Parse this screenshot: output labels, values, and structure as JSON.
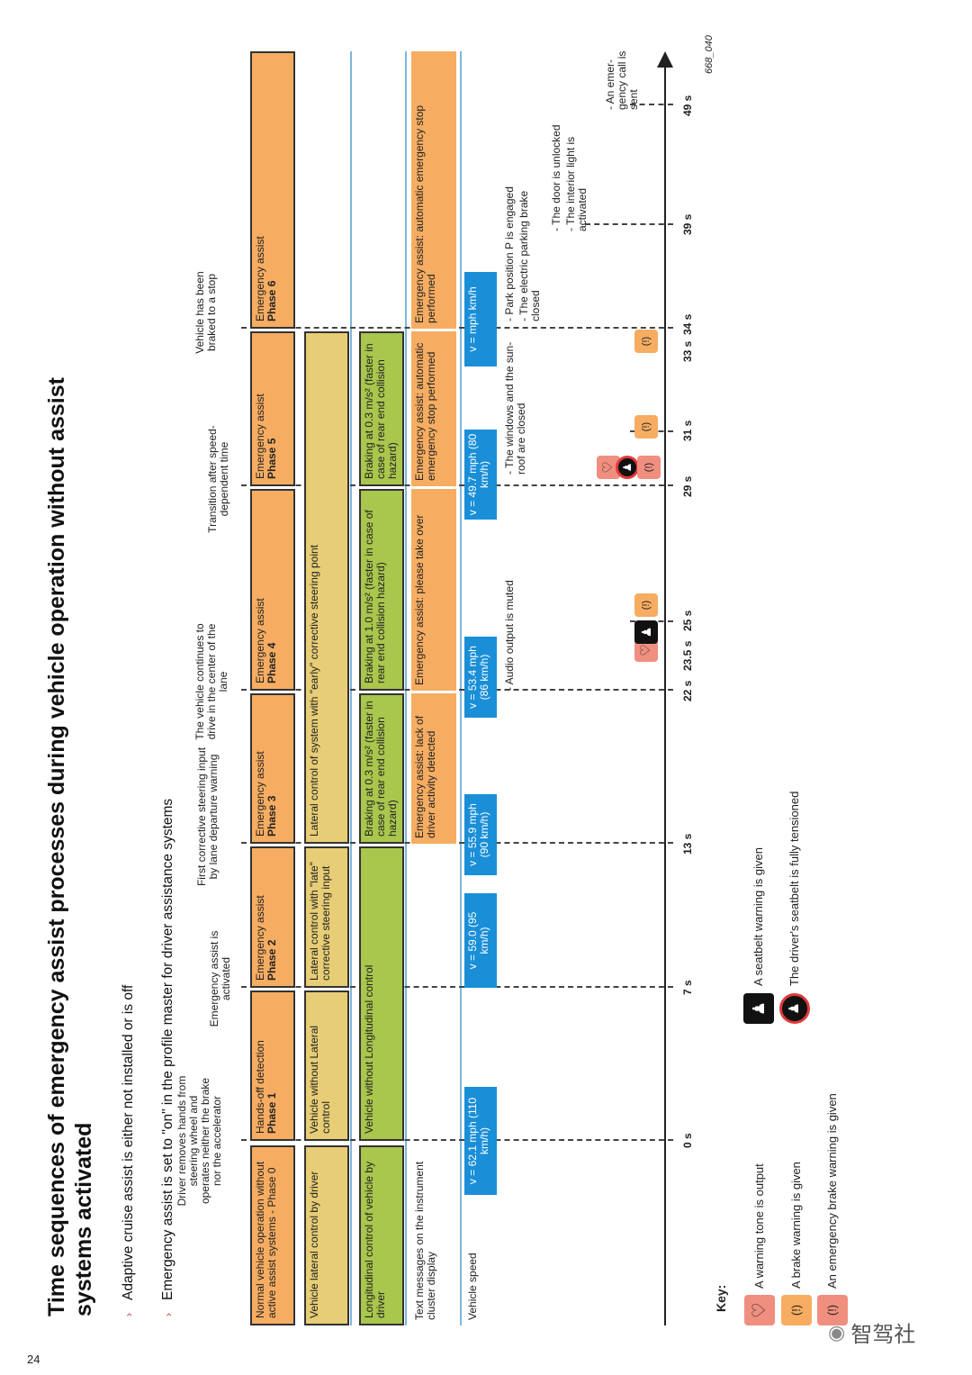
{
  "page_number": "24",
  "title": "Time sequences of emergency assist processes during vehicle operation without assist systems activated",
  "bullets": [
    "Adaptive cruise assist is either not installed or is off",
    "Emergency assist is set to \"on\" in the profile master for driver assistance systems"
  ],
  "image_code": "668_040",
  "watermark": "智驾社",
  "row_labels": {
    "phase": "Normal vehicle operation without active assist systems - Phase 0",
    "lateral": "Vehicle lateral control by driver",
    "longitudinal": "Longitudinal control of vehicle by driver",
    "text_messages": "Text messages on the instrument cluster display",
    "speed": "Vehicle speed"
  },
  "annotations": {
    "a0": "Driver removes hands from steering wheel and operates neither the brake nor the accelerator",
    "a7": "Emergency assist is activated",
    "a13": "First corrective steering input by lane departure warning",
    "a22": "The vehicle continues to drive in the center of the lane",
    "a29": "Transition after speed-dependent time",
    "a34": "Vehicle has been braked to a stop"
  },
  "phases": [
    {
      "label": "Hands-off detection",
      "phase": "Phase 1"
    },
    {
      "label": "Emergency assist",
      "phase": "Phase 2"
    },
    {
      "label": "Emergency assist",
      "phase": "Phase 3"
    },
    {
      "label": "Emergency assist",
      "phase": "Phase 4"
    },
    {
      "label": "Emergency assist",
      "phase": "Phase 5"
    },
    {
      "label": "Emergency assist",
      "phase": "Phase 6"
    }
  ],
  "lateral": {
    "l1": "Vehicle without Lateral control",
    "l2": "Lateral control with \"late\" corrective steering input",
    "l3": "Lateral control of system with \"early\" corrective steering point"
  },
  "longitudinal": {
    "g1": "Vehicle without Longitudinal control",
    "g2": "Braking at 0.3 m/s² (faster in case of rear end collision hazard)",
    "g3": "Braking at 1.0 m/s² (faster in case of rear end collision hazard)",
    "g4": "Braking at 0.3 m/s² (faster in case of rear end collision hazard)"
  },
  "messages": {
    "m1": "Emergency assist: lack of driver activity detected",
    "m2": "Emergency assist: please take over",
    "m3": "Emergency assist: automatic emergency stop performed",
    "m4": "Emergency assist: automatic emergency stop performed"
  },
  "speeds": [
    "v = 62.1 mph (110 km/h)",
    "v = 59.0 (95 km/h)",
    "v = 55.9 mph (90 km/h)",
    "v = 53.4 mph (86 km/h)",
    "v = 49.7 mph (80 km/h)",
    "v = mph km/h"
  ],
  "notes": {
    "audio": "- Audio output is muted",
    "windows": "- The windows and the sun-roof are closed",
    "park1": "- Park position P is engaged",
    "park2": "- The electric parking brake closed",
    "door1": "- The door is unlocked",
    "door2": "- The interior light is activated",
    "call": "- An emer-gency call is sent"
  },
  "ticks": [
    "0 s",
    "7 s",
    "13 s",
    "22 s",
    "23.5 s",
    "25 s",
    "29 s",
    "31 s",
    "33 s",
    "34 s",
    "39 s",
    "49 s"
  ],
  "key": {
    "title": "Key:",
    "tone": "A warning tone is output",
    "brake": "A brake warning is given",
    "ebrake": "An emergency brake warning is given",
    "belt": "A seatbelt warning is given",
    "belt_tensioned": "The driver's seatbelt is fully tensioned"
  },
  "colors": {
    "phase_orange": "#f6ad62",
    "lateral_yellow": "#e7cd76",
    "longitudinal_green": "#a9c64d",
    "speed_blue": "#1a8fd8",
    "warning_pink": "#f08f7f"
  }
}
